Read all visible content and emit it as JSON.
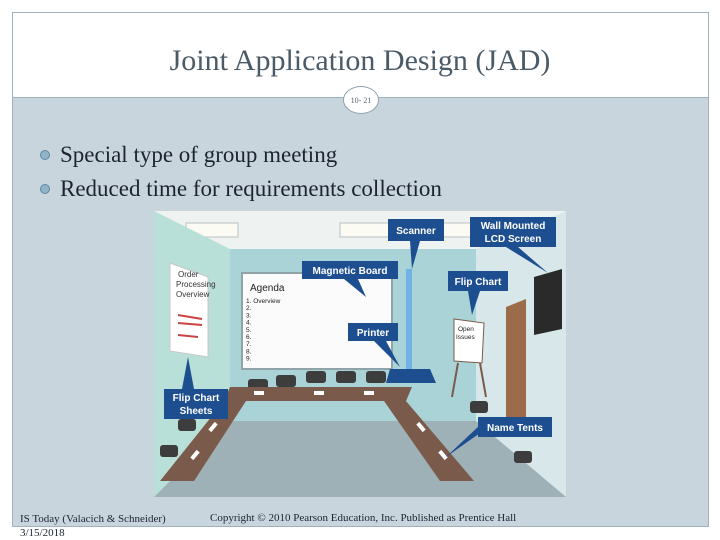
{
  "slide": {
    "title": "Joint Application Design (JAD)",
    "slide_number": "10- 21",
    "bullets": [
      "Special type of group meeting",
      "Reduced time for requirements collection"
    ]
  },
  "figure": {
    "callouts": {
      "scanner": "Scanner",
      "lcd_line1": "Wall Mounted",
      "lcd_line2": "LCD Screen",
      "magnetic_board": "Magnetic Board",
      "flip_chart": "Flip Chart",
      "printer": "Printer",
      "flip_chart_sheets_line1": "Flip Chart",
      "flip_chart_sheets_line2": "Sheets",
      "name_tents": "Name Tents"
    },
    "agenda_title": "Agenda",
    "agenda_items": [
      "1. Overview",
      "2.",
      "3.",
      "4.",
      "5.",
      "6.",
      "7.",
      "8.",
      "9."
    ],
    "order_sheet_line1": "Order",
    "order_sheet_line2": "Processing",
    "order_sheet_line3": "Overview",
    "open_issues_line1": "Open",
    "open_issues_line2": "Issues"
  },
  "footer": {
    "source_line1": "IS Today (Valacich & Schneider)",
    "source_line2": "3/15/2018",
    "copyright": "Copyright © 2010 Pearson Education, Inc. Published as Prentice Hall"
  },
  "colors": {
    "slide_bg": "#c9d5dd",
    "callout_blue": "#1d4e8f",
    "table_brown": "#7a5a4a",
    "wall_teal": "#a9d3d6"
  }
}
